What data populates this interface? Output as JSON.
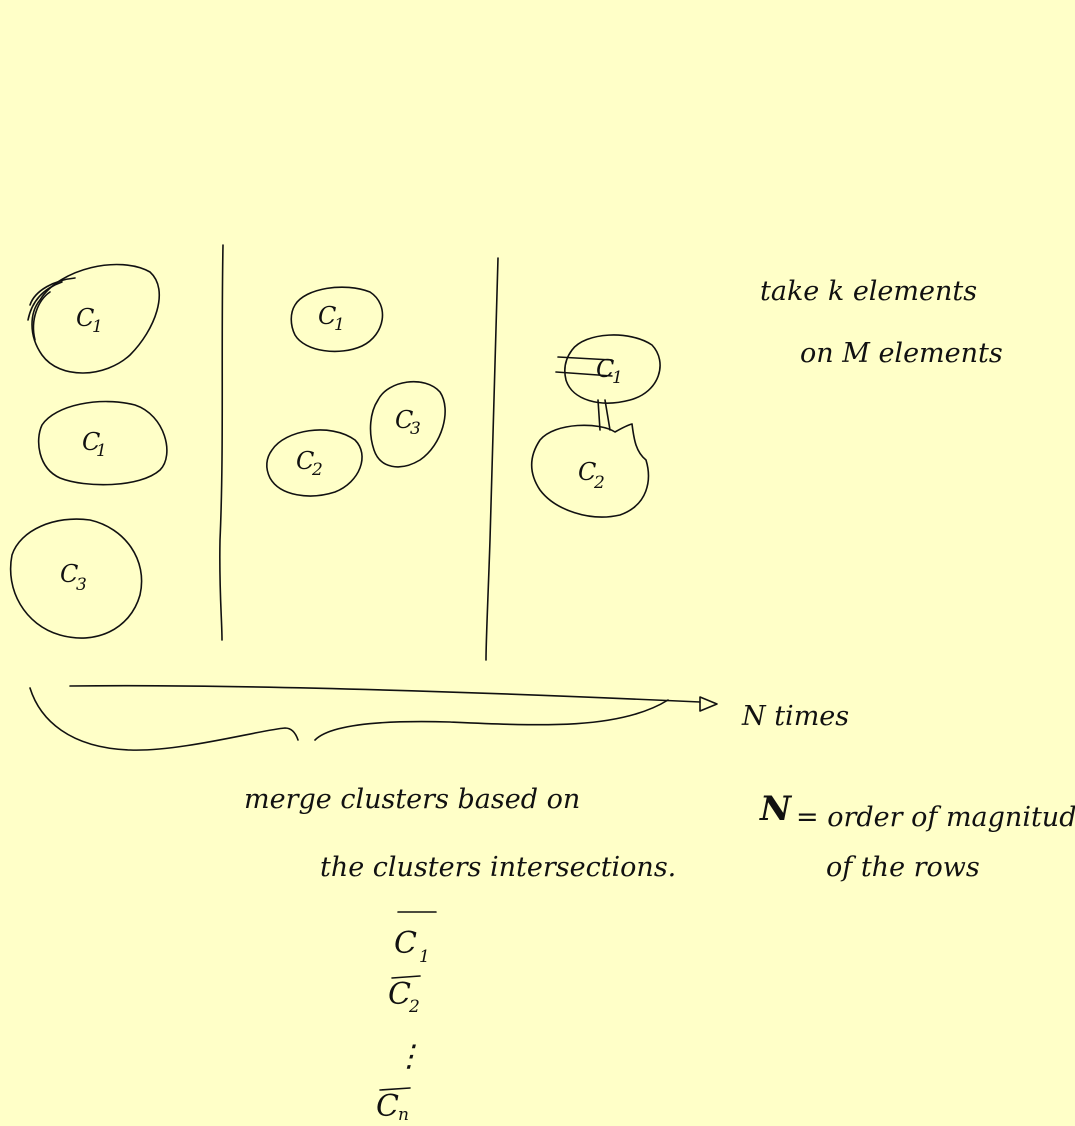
{
  "panels": [
    {
      "clusters": [
        {
          "label": "C",
          "sub": "1"
        },
        {
          "label": "C",
          "sub": "1"
        },
        {
          "label": "C",
          "sub": "3"
        }
      ]
    },
    {
      "clusters": [
        {
          "label": "C",
          "sub": "1"
        },
        {
          "label": "C",
          "sub": "3"
        },
        {
          "label": "C",
          "sub": "2"
        }
      ]
    },
    {
      "clusters": [
        {
          "label": "C",
          "sub": "1"
        },
        {
          "label": "C",
          "sub": "2"
        }
      ]
    }
  ],
  "side_note": {
    "line1": "take k elements",
    "line2": "on M elements"
  },
  "arrow_label": "N times",
  "merge_note": {
    "line1": "merge clusters based on",
    "line2": "the clusters intersections."
  },
  "n_definition": {
    "symbol": "N",
    "line1": "= order of magnitude",
    "line2": "of the rows"
  },
  "merged": [
    {
      "label": "C",
      "sub": "1"
    },
    {
      "label": "C",
      "sub": "2"
    },
    {
      "label": "⋮"
    },
    {
      "label": "C",
      "sub": "n"
    }
  ]
}
